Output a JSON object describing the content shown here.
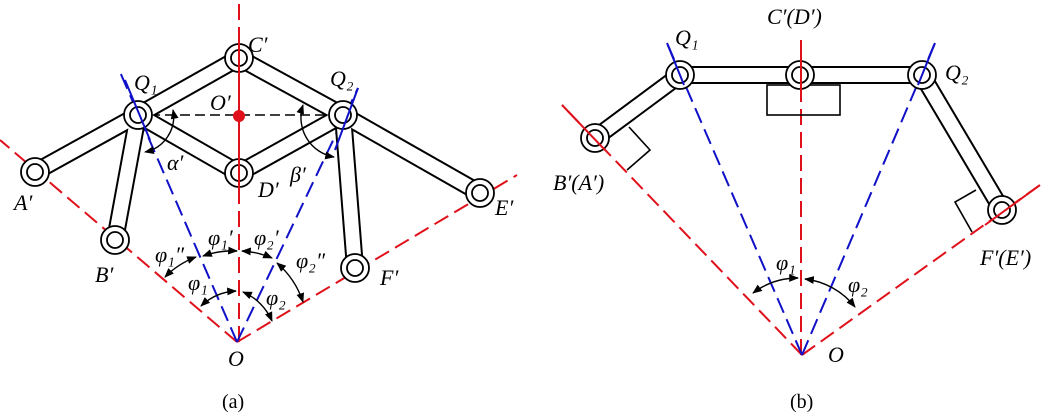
{
  "panel_a": {
    "caption": "(a)",
    "labels": {
      "C": "C′",
      "Q1": "Q₁",
      "Q2": "Q₂",
      "O_prime": "O′",
      "A": "A′",
      "B": "B′",
      "D": "D′",
      "E": "E′",
      "F": "F′",
      "O": "O",
      "alpha": "α′",
      "beta": "β′",
      "phi1_dd": "φ₁″",
      "phi1_d": "φ₁′",
      "phi2_d": "φ₂′",
      "phi2_dd": "φ₂″",
      "phi1": "φ₁",
      "phi2": "φ₂"
    }
  },
  "panel_b": {
    "caption": "(b)",
    "labels": {
      "CD": "C′(D′)",
      "Q1": "Q₁",
      "Q2": "Q₂",
      "BA": "B′(A′)",
      "FE": "F′(E′)",
      "O": "O",
      "phi1": "φ₁",
      "phi2": "φ₂"
    }
  },
  "colors": {
    "axis_red": "#e0101a",
    "axis_blue": "#1010c8",
    "link": "#000000"
  }
}
